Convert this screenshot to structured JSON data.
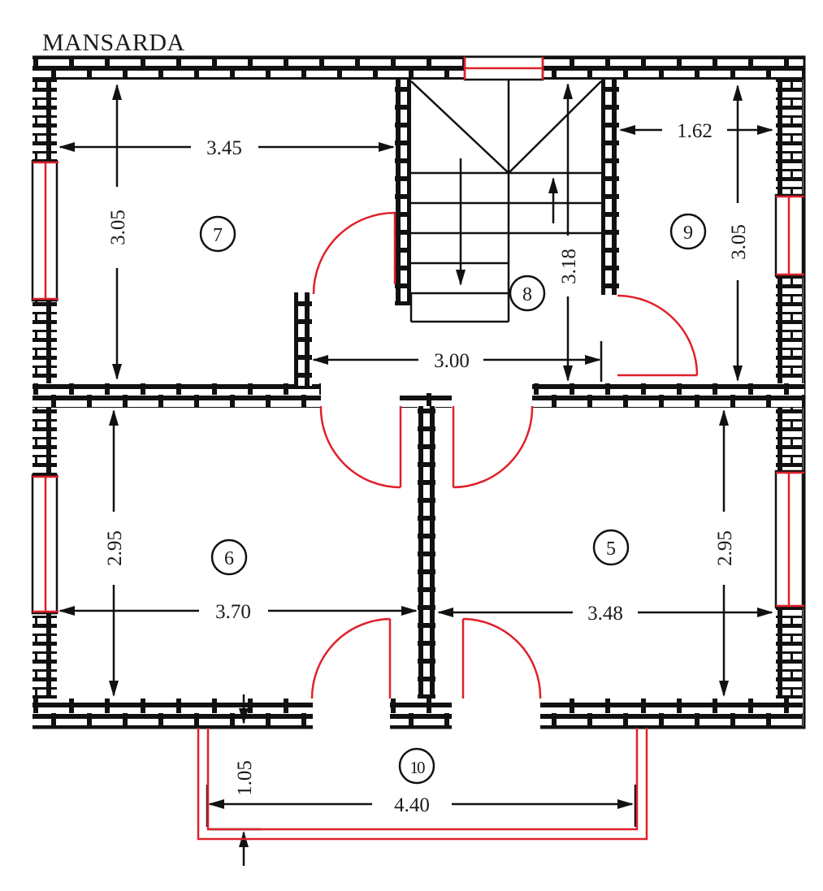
{
  "title": "MANSARDA",
  "colors": {
    "wall": "#111111",
    "door_window": "#e0202a",
    "background": "#ffffff"
  },
  "rooms": [
    {
      "id": "7",
      "label": "7",
      "width": "3.45",
      "height": "3.05"
    },
    {
      "id": "8",
      "label": "8",
      "width": "3.00",
      "height": "3.18",
      "type": "stair-hall"
    },
    {
      "id": "9",
      "label": "9",
      "width": "1.62",
      "height": "3.05"
    },
    {
      "id": "6",
      "label": "6",
      "width": "3.70",
      "height": "2.95"
    },
    {
      "id": "5",
      "label": "5",
      "width": "3.48",
      "height": "2.95"
    },
    {
      "id": "10",
      "label": "10",
      "width": "4.40",
      "height": "1.05",
      "type": "balcony"
    }
  ],
  "dimensions": {
    "r7_w": "3.45",
    "r7_h": "3.05",
    "r8_w": "3.00",
    "r8_h": "3.18",
    "r9_w": "1.62",
    "r9_h": "3.05",
    "r6_w": "3.70",
    "r6_h": "2.95",
    "r5_w": "3.48",
    "r5_h": "2.95",
    "r10_w": "4.40",
    "r10_h": "1.05"
  },
  "labels": {
    "r5": "5",
    "r6": "6",
    "r7": "7",
    "r8": "8",
    "r9": "9",
    "r10": "10"
  }
}
